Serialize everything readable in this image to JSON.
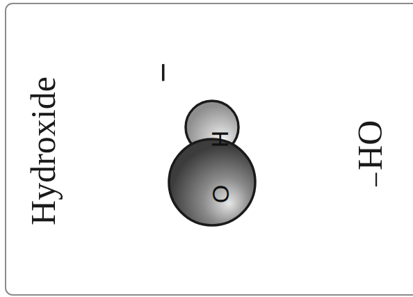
{
  "diagram": {
    "nodes": [
      {
        "text": [
          "H"
        ]
      },
      {
        "text": [
          "O"
        ]
      }
    ],
    "labels": [
      "Hydroxide",
      "−",
      "OH⁻"
    ]
  }
}
